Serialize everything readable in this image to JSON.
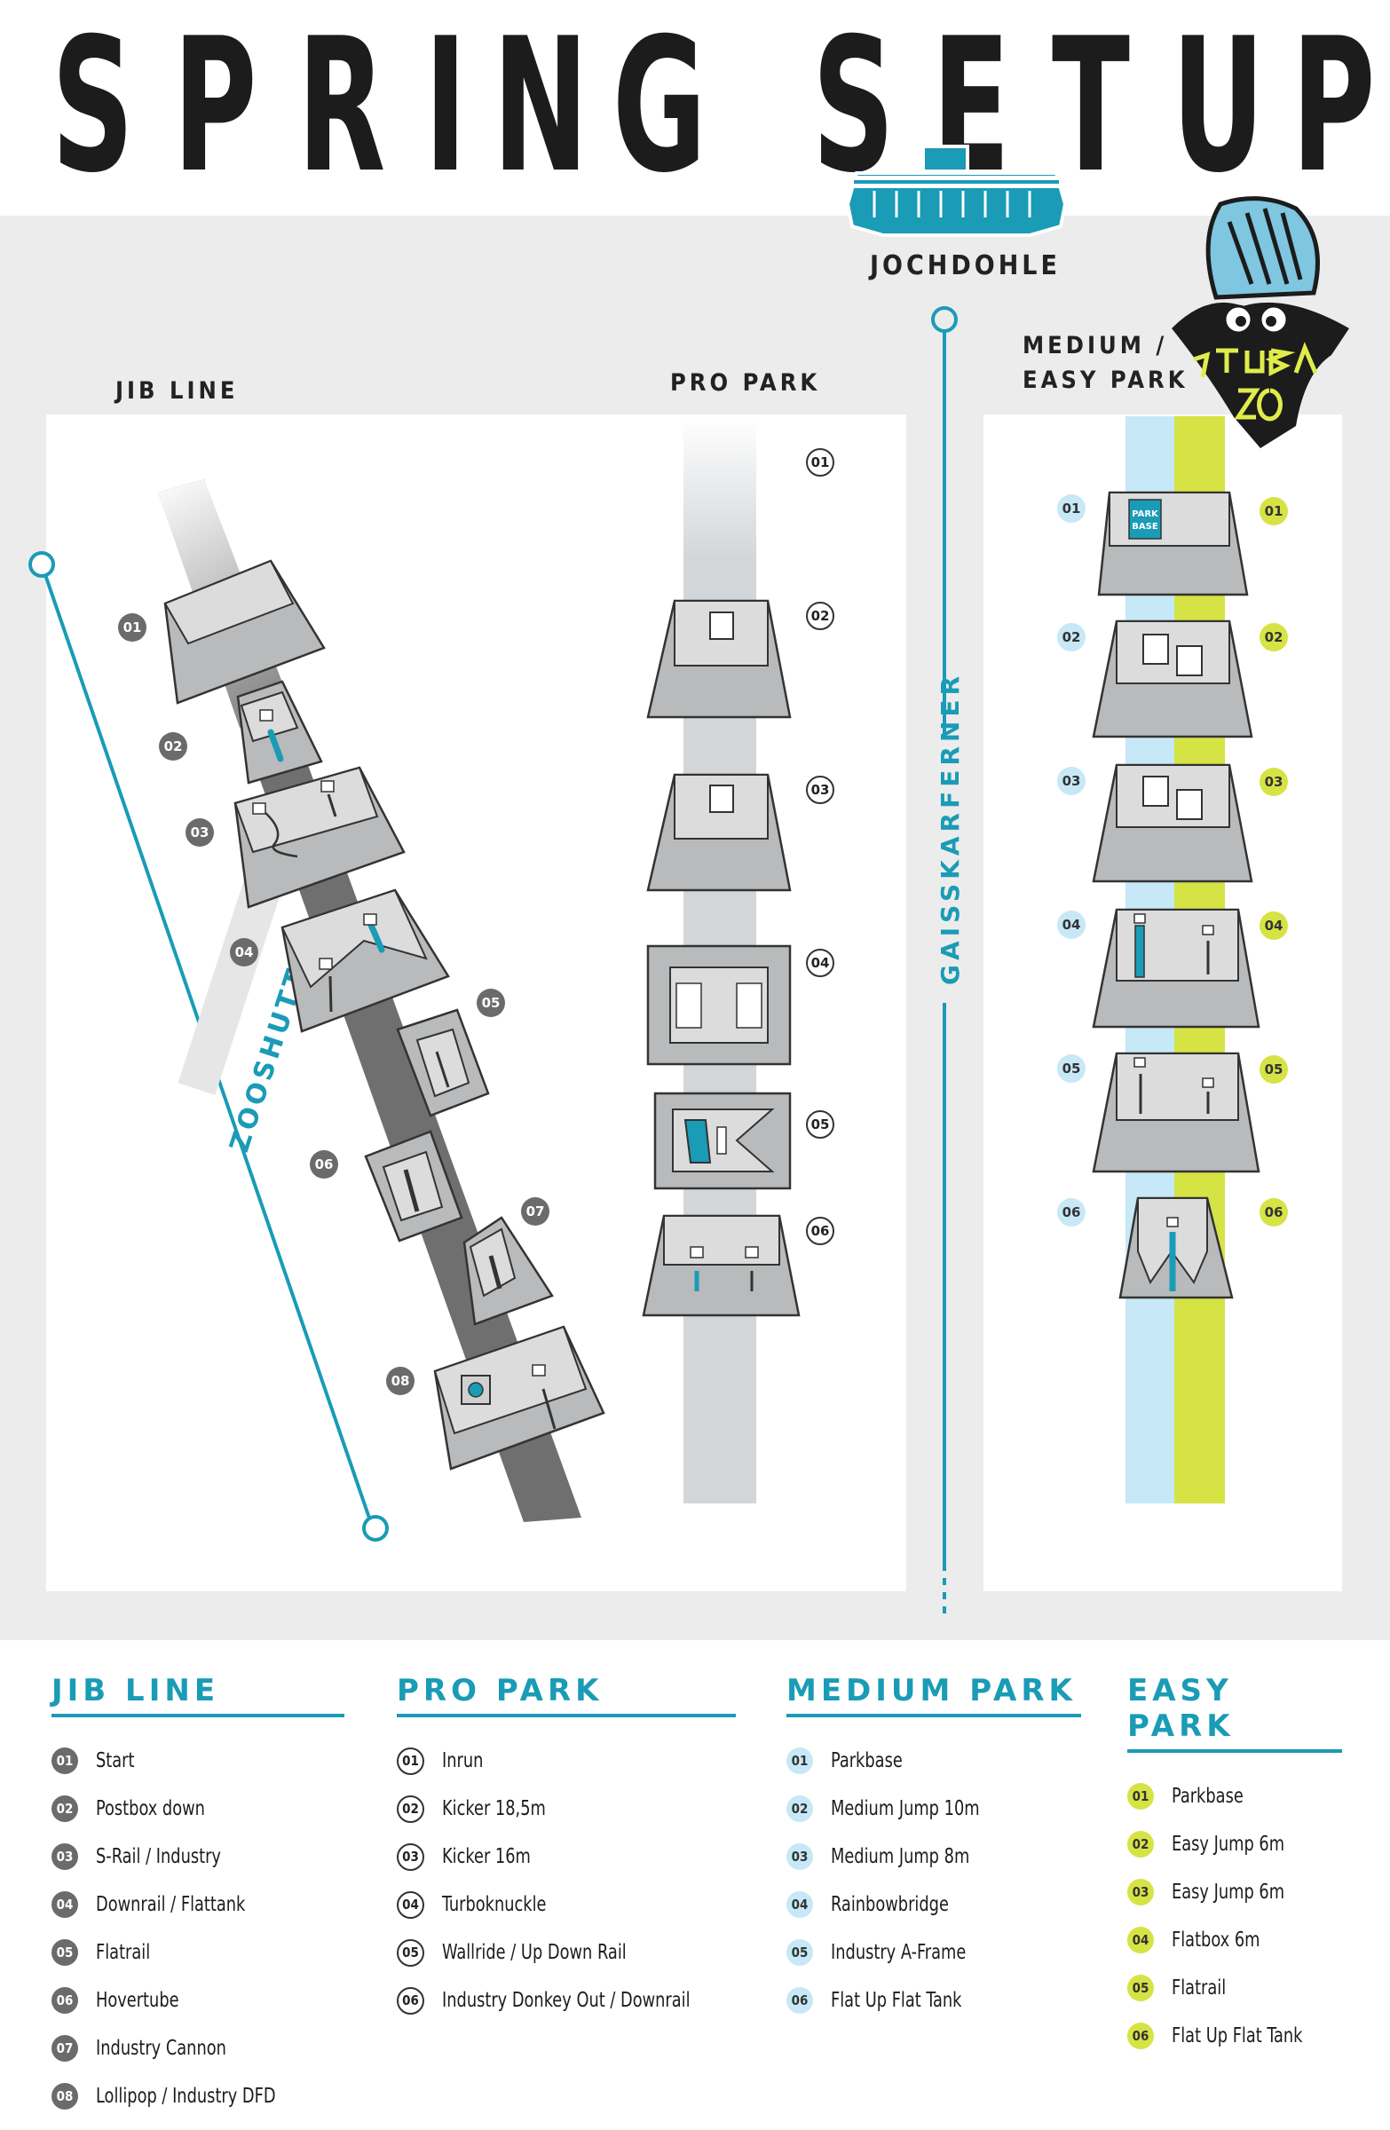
{
  "title": {
    "letters": [
      "S",
      "P",
      "R",
      "I",
      "N",
      "G",
      "S",
      "E",
      "T",
      "U",
      "P"
    ]
  },
  "map": {
    "jib_line_label": "JIB LINE",
    "pro_park_label": "PRO PARK",
    "medium_easy_label_1": "MEDIUM /",
    "medium_easy_label_2": "EASY PARK",
    "jochdohle_label": "JOCHDOHLE",
    "gaisskarferner_label": "GAISSKARFERNER",
    "zooshuttle_label": "ZOOSHUTTLE",
    "park_base_line1": "PARK",
    "park_base_line2": "BASE",
    "logo_text": "STUBAI ZOO",
    "jib_markers": [
      "01",
      "02",
      "03",
      "04",
      "05",
      "06",
      "07",
      "08"
    ],
    "pro_markers": [
      "01",
      "02",
      "03",
      "04",
      "05",
      "06"
    ],
    "medium_markers": [
      "01",
      "02",
      "03",
      "04",
      "05",
      "06"
    ],
    "easy_markers": [
      "01",
      "02",
      "03",
      "04",
      "05",
      "06"
    ]
  },
  "colors": {
    "accent_teal": "#1a9bb6",
    "jib_gray": "#6b6b6b",
    "medium_blue": "#c7e8f7",
    "easy_yellow": "#d6e345",
    "background_gray": "#ececec"
  },
  "legend": {
    "jib": {
      "title": "JIB LINE",
      "items": [
        {
          "num": "01",
          "label": "Start"
        },
        {
          "num": "02",
          "label": "Postbox down"
        },
        {
          "num": "03",
          "label": "S-Rail / Industry"
        },
        {
          "num": "04",
          "label": "Downrail / Flattank"
        },
        {
          "num": "05",
          "label": "Flatrail"
        },
        {
          "num": "06",
          "label": "Hovertube"
        },
        {
          "num": "07",
          "label": "Industry Cannon"
        },
        {
          "num": "08",
          "label": "Lollipop / Industry DFD"
        }
      ]
    },
    "pro": {
      "title": "PRO PARK",
      "items": [
        {
          "num": "01",
          "label": "Inrun"
        },
        {
          "num": "02",
          "label": "Kicker 18,5m"
        },
        {
          "num": "03",
          "label": "Kicker 16m"
        },
        {
          "num": "04",
          "label": "Turboknuckle"
        },
        {
          "num": "05",
          "label": " Wallride / Up Down Rail"
        },
        {
          "num": "06",
          "label": "Industry Donkey Out / Downrail"
        }
      ]
    },
    "medium": {
      "title": "MEDIUM PARK",
      "items": [
        {
          "num": "01",
          "label": "Parkbase"
        },
        {
          "num": "02",
          "label": "Medium Jump 10m"
        },
        {
          "num": "03",
          "label": "Medium Jump 8m"
        },
        {
          "num": "04",
          "label": "Rainbowbridge"
        },
        {
          "num": "05",
          "label": "Industry A-Frame"
        },
        {
          "num": "06",
          "label": "Flat Up Flat Tank"
        }
      ]
    },
    "easy": {
      "title": "EASY PARK",
      "items": [
        {
          "num": "01",
          "label": "Parkbase"
        },
        {
          "num": "02",
          "label": "Easy Jump 6m"
        },
        {
          "num": "03",
          "label": "Easy Jump 6m"
        },
        {
          "num": "04",
          "label": "Flatbox 6m"
        },
        {
          "num": "05",
          "label": "Flatrail"
        },
        {
          "num": "06",
          "label": "Flat Up Flat Tank"
        }
      ]
    }
  }
}
